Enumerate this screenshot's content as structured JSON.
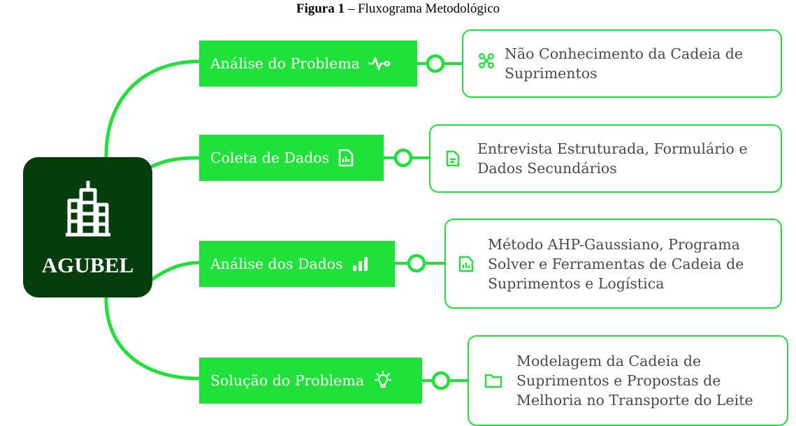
{
  "caption": {
    "bold": "Figura 1",
    "rest": " – Fluxograma Metodológico"
  },
  "root": {
    "label": "AGUBEL",
    "icon": "buildings-icon",
    "color": "#053d0d"
  },
  "accent": "#20e13a",
  "branches": [
    {
      "node_label": "Análise do Problema",
      "node_icon": "activity-pulse-icon",
      "card_icon": "network-nodes-icon",
      "card_text": "Não Conhecimento da Cadeia de\nSuprimentos"
    },
    {
      "node_label": "Coleta de Dados",
      "node_icon": "report-chart-icon",
      "card_icon": "document-icon",
      "card_text": "Entrevista Estruturada, Formulário e\nDados Secundários"
    },
    {
      "node_label": "Análise dos Dados",
      "node_icon": "bar-chart-icon",
      "card_icon": "report-chart-icon",
      "card_text": "Método AHP-Gaussiano, Programa\nSolver e Ferramentas de Cadeia de\nSuprimentos e Logística"
    },
    {
      "node_label": "Solução do Problema",
      "node_icon": "lightbulb-icon",
      "card_icon": "folder-icon",
      "card_text": "Modelagem da Cadeia de\nSuprimentos e Propostas de\nMelhoria no Transporte do Leite"
    }
  ]
}
